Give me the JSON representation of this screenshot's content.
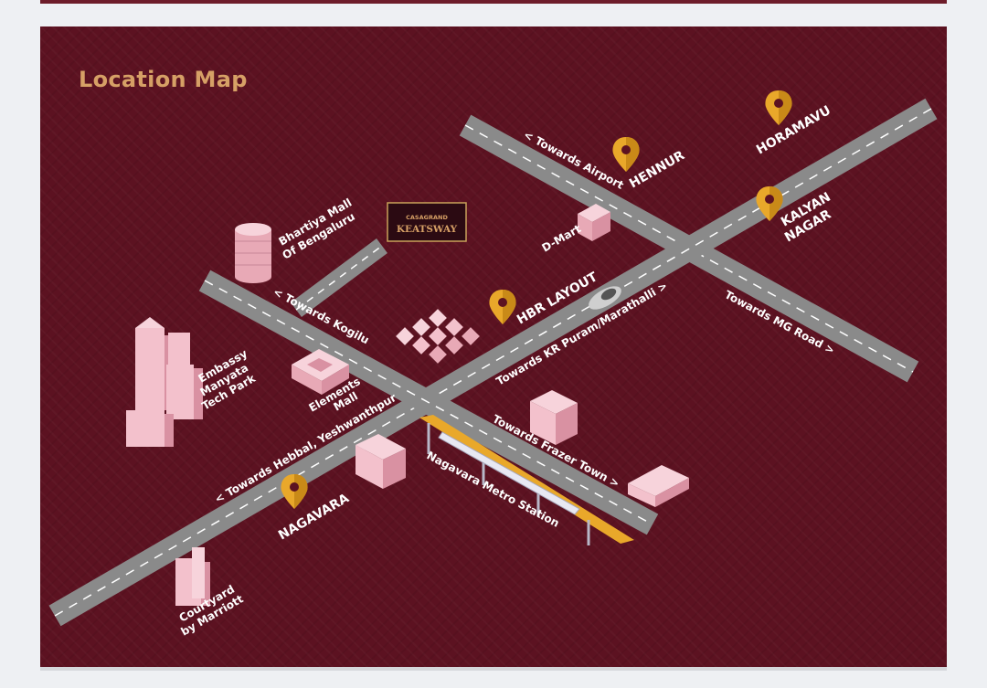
{
  "title": "Location Map",
  "project_logo": {
    "brand": "CASAGRAND",
    "name": "KEATSWAY"
  },
  "road_labels": {
    "airport": "< Towards Airport",
    "kogilu": "< Towards Kogilu",
    "kr_puram": "Towards KR Puram/Marathalli >",
    "mg_road": "Towards MG Road >",
    "hebbal": "< Towards Hebbal, Yeshwanthpur",
    "frazer": "Towards Frazer Town >"
  },
  "places": {
    "hennur": "HENNUR",
    "horamavu": "HORAMAVU",
    "kalyan_1": "KALYAN",
    "kalyan_2": "NAGAR",
    "hbr": "HBR LAYOUT",
    "nagavara": "NAGAVARA"
  },
  "landmarks": {
    "dmart": "D-Mart",
    "bhartiya_1": "Bhartiya Mall",
    "bhartiya_2": "Of Bengaluru",
    "embassy_1": "Embassy",
    "embassy_2": "Manyata",
    "embassy_3": "Tech Park",
    "elements_1": "Elements",
    "elements_2": "Mall",
    "metro": "Nagavara Metro Station",
    "courtyard_1": "Courtyard",
    "courtyard_2": "by Marriott"
  },
  "colors": {
    "background": "#5c1221",
    "road": "#8a8a8a",
    "pin": "#e9a82a",
    "building": "#f3c1cc",
    "title": "#d6a066",
    "metro_track": "#e9a82a"
  }
}
